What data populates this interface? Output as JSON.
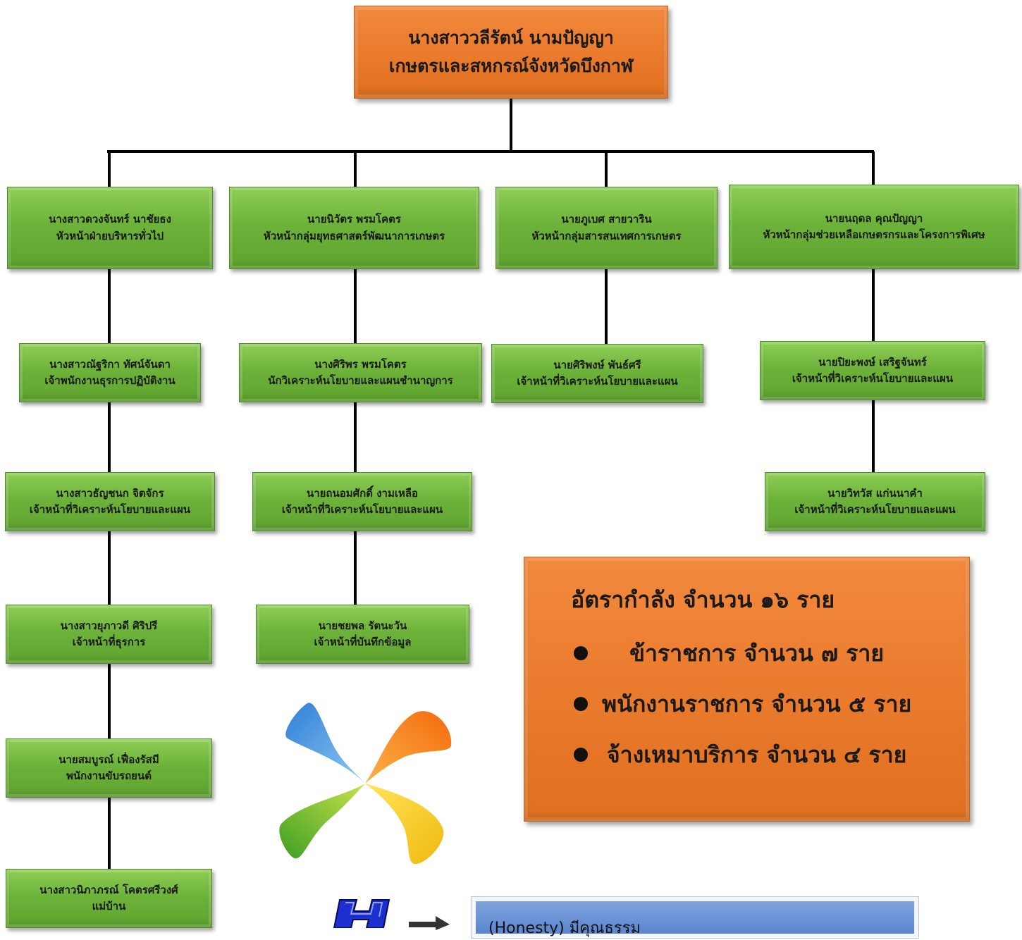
{
  "director": {
    "name": "นางสาววลีรัตน์ นามปัญญา",
    "title": "เกษตรและสหกรณ์จังหวัดบึงกาฬ"
  },
  "columns": [
    {
      "head": {
        "name": "นางสาวดวงจันทร์ นาชัยธง",
        "title": "หัวหน้าฝ่ายบริหารทั่วไป"
      },
      "staff": [
        {
          "name": "นางสาวณัฐริกา ทัศน์จันดา",
          "title": "เจ้าพนักงานธุรการปฏิบัติงาน"
        },
        {
          "name": "นางสาวธัญชนก จิตจักร",
          "title": "เจ้าหน้าที่วิเคราะห์นโยบายและแผน"
        },
        {
          "name": "นางสาวยุภาวดี ศิริปรี",
          "title": "เจ้าหน้าที่ธุรการ"
        },
        {
          "name": "นายสมบูรณ์ เฟื่องรัสมี",
          "title": "พนักงานขับรถยนต์"
        },
        {
          "name": "นางสาวนิภาภรณ์ โคตรศรีวงศ์",
          "title": "แม่บ้าน"
        }
      ]
    },
    {
      "head": {
        "name": "นายนิวัตร พรมโคตร",
        "title": "หัวหน้ากลุ่มยุทธศาสตร์พัฒนาการเกษตร"
      },
      "staff": [
        {
          "name": "นางศิริพร พรมโคตร",
          "title": "นักวิเคราะห์นโยบายและแผนชำนาญการ"
        },
        {
          "name": "นายถนอมศักดิ์ งามเหลือ",
          "title": "เจ้าหน้าที่วิเคราะห์นโยบายและแผน"
        },
        {
          "name": "นายชยพล รัตนะวัน",
          "title": "เจ้าหน้าที่บันทึกข้อมูล"
        }
      ]
    },
    {
      "head": {
        "name": "นายภูเบศ สายวาริน",
        "title": "หัวหน้ากลุ่มสารสนเทศการเกษตร"
      },
      "staff": [
        {
          "name": "นายศิริพงษ์ พันธ์ศรี",
          "title": "เจ้าหน้าที่วิเคราะห์นโยบายและแผน"
        }
      ]
    },
    {
      "head": {
        "name": "นายนฤดล คุณปัญญา",
        "title": "หัวหน้ากลุ่มช่วยเหลือเกษตรกรและโครงการพิเศษ"
      },
      "staff": [
        {
          "name": "นายปิยะพงษ์ เสริฐจันทร์",
          "title": "เจ้าหน้าที่วิเคราะห์นโยบายและแผน"
        },
        {
          "name": "นายวิทวัส แก่นนาคำ",
          "title": "เจ้าหน้าที่วิเคราะห์นโยบายและแผน"
        }
      ]
    }
  ],
  "summary": {
    "title": "อัตรากำลัง จำนวน ๑๖ ราย",
    "items": [
      "ข้าราชการ จำนวน ๗ ราย",
      "พนักงานราชการ จำนวน ๕ ราย",
      "จ้างเหมาบริการ จำนวน ๔ ราย"
    ]
  },
  "footer": {
    "logo_letter": "H",
    "value_text": "(Honesty) มีคุณธรรม"
  },
  "colors": {
    "green": "#6db33a",
    "orange": "#ea7a2c",
    "blue": "#6f96d8",
    "line": "#000000"
  },
  "icons": [
    "pinwheel-logo",
    "h-letter-logo",
    "right-arrow-icon"
  ]
}
